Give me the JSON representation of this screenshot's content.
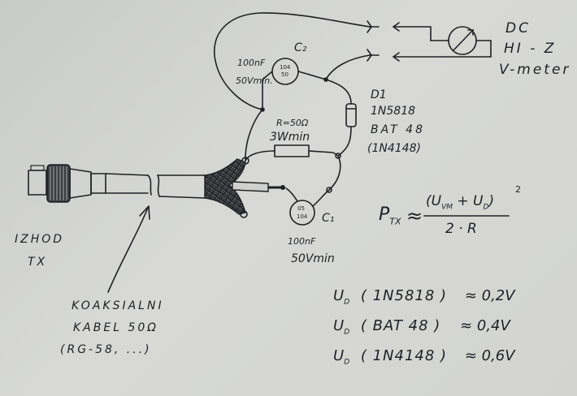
{
  "meter": {
    "label_line1": "DC",
    "label_line2": "HI - Z",
    "label_line3": "V-meter"
  },
  "c2": {
    "name": "C₂",
    "value_line1": "100nF",
    "value_line2": "50Vmin.",
    "marking_line1": "104",
    "marking_line2": "50"
  },
  "d1": {
    "name": "D1",
    "type1": "1N5818",
    "type2": "BAT 48",
    "type3": "(1N4148)"
  },
  "resistor": {
    "value": "R=50Ω",
    "power": "3Wmin"
  },
  "c1": {
    "name": "C₁",
    "value_line1": "100nF",
    "value_line2": "50Vmin",
    "marking_line1": "05",
    "marking_line2": "104"
  },
  "source": {
    "line1": "IZHOD",
    "line2": "TX"
  },
  "cable": {
    "line1": "KOAKSIALNI",
    "line2": "KABEL 50Ω",
    "line3": "(RG-58, ...)"
  },
  "formula": {
    "lhs": "P",
    "lhs_sub": "TX",
    "approx": "≈",
    "numerator": "(U",
    "num_sub1": "VM",
    "num_plus": " + U",
    "num_sub2": "D",
    "num_close": ")",
    "exponent": "2",
    "denominator": "2 · R"
  },
  "diode_drops": [
    {
      "symbol": "U",
      "sub": "D",
      "diode": "( 1N5818 )",
      "value": "≈ 0,2V"
    },
    {
      "symbol": "U",
      "sub": "D",
      "diode": "( BAT 48 )",
      "value": "≈ 0,4V"
    },
    {
      "symbol": "U",
      "sub": "D",
      "diode": "( 1N4148 )",
      "value": "≈ 0,6V"
    }
  ]
}
